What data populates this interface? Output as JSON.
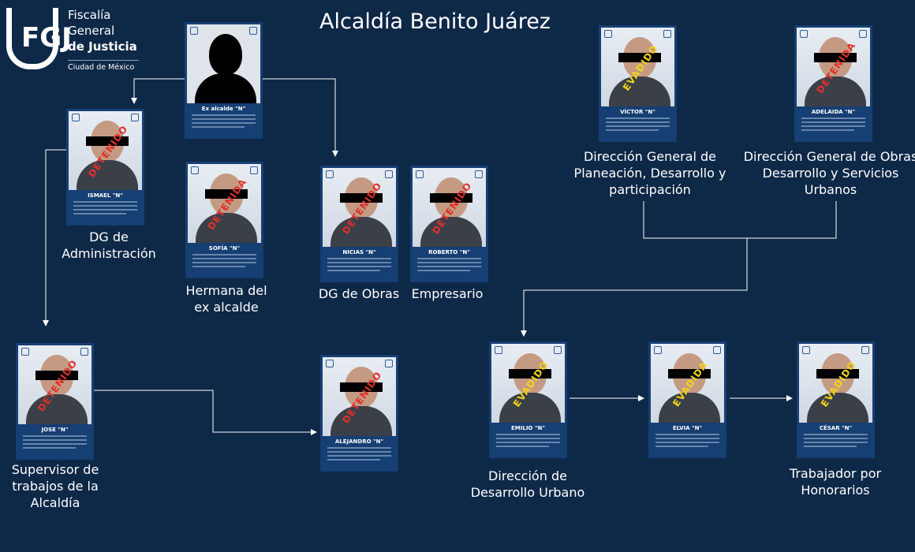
{
  "logo": {
    "line1": "Fiscalía",
    "line2": "General",
    "line3": "de Justicia",
    "sub": "Ciudad de México",
    "mark": "FGJ"
  },
  "title": "Alcaldía Benito Juárez",
  "cards": [
    {
      "name": "Ex alcalde \"N\"",
      "stamp": "",
      "label": ""
    },
    {
      "name": "ISMAEL \"N\"",
      "stamp": "DETENIDO",
      "label": "DG de\nAdministración"
    },
    {
      "name": "SOFÍA \"N\"",
      "stamp": "DETENIDA",
      "label": "Hermana del\nex alcalde"
    },
    {
      "name": "NICIAS \"N\"",
      "stamp": "DETENIDO",
      "label": "DG de Obras"
    },
    {
      "name": "ROBERTO \"N\"",
      "stamp": "DETENIDO",
      "label": "Empresario"
    },
    {
      "name": "VÍCTOR \"N\"",
      "stamp": "EVADIDO",
      "label": "Dirección General de\nPlaneación, Desarrollo y\nparticipación"
    },
    {
      "name": "ADELAIDA \"N\"",
      "stamp": "DETENIDA",
      "label": "Dirección General de Obras\nDesarrollo y Servicios\nUrbanos"
    },
    {
      "name": "JOSE \"N\"",
      "stamp": "DETENIDO",
      "label": "Supervisor de\ntrabajos de la\nAlcaldía"
    },
    {
      "name": "ALEJANDRO \"N\"",
      "stamp": "DETENIDO",
      "label": ""
    },
    {
      "name": "EMILIO \"N\"",
      "stamp": "EVADIDO",
      "label": "Dirección de\nDesarrollo Urbano"
    },
    {
      "name": "ELVIA \"N\"",
      "stamp": "EVADIDA",
      "label": ""
    },
    {
      "name": "CÉSAR \"N\"",
      "stamp": "EVADIDO",
      "label": "Trabajador por\nHonorarios"
    }
  ]
}
